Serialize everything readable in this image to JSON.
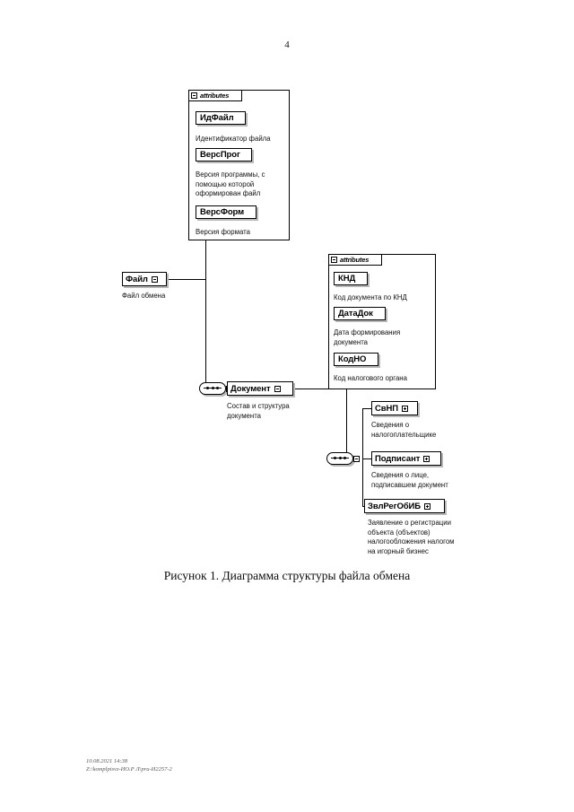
{
  "page": {
    "number": "4",
    "caption": "Рисунок 1. Диаграмма структуры файла обмена",
    "footer_line1": "10.08.2021 14:38",
    "footer_line2": "Z:\\komplpisvz-ИО.Р Л\\prи-И2257-2"
  },
  "diagram": {
    "type": "xsd-schema-tree",
    "attributes_label": "attributes",
    "root": {
      "name": "Файл",
      "desc": "Файл обмена",
      "toggle": "minus",
      "attributes": [
        {
          "name": "ИдФайл",
          "desc": "Идентификатор файла"
        },
        {
          "name": "ВерсПрог",
          "desc": "Версия программы, с\nпомощью которой\nоформирован файл"
        },
        {
          "name": "ВерсФорм",
          "desc": "Версия формата"
        }
      ],
      "children": [
        {
          "name": "Документ",
          "desc": "Состав и структура\nдокумента",
          "toggle": "minus",
          "attributes": [
            {
              "name": "КНД",
              "desc": "Код документа по КНД"
            },
            {
              "name": "ДатаДок",
              "desc": "Дата формирования\nдокумента"
            },
            {
              "name": "КодНО",
              "desc": "Код налогового органа"
            }
          ],
          "children": [
            {
              "name": "СвНП",
              "toggle": "plus",
              "desc": "Сведения о\nналогоплательщике"
            },
            {
              "name": "Подписант",
              "toggle": "plus",
              "desc": "Сведения о лице,\nподписавшем документ"
            },
            {
              "name": "ЗвлРегОбИБ",
              "toggle": "plus",
              "desc": "Заявление о регистрации\nобъекта (объектов)\nналогообложения налогом\nна игорный бизнес"
            }
          ]
        }
      ]
    }
  }
}
